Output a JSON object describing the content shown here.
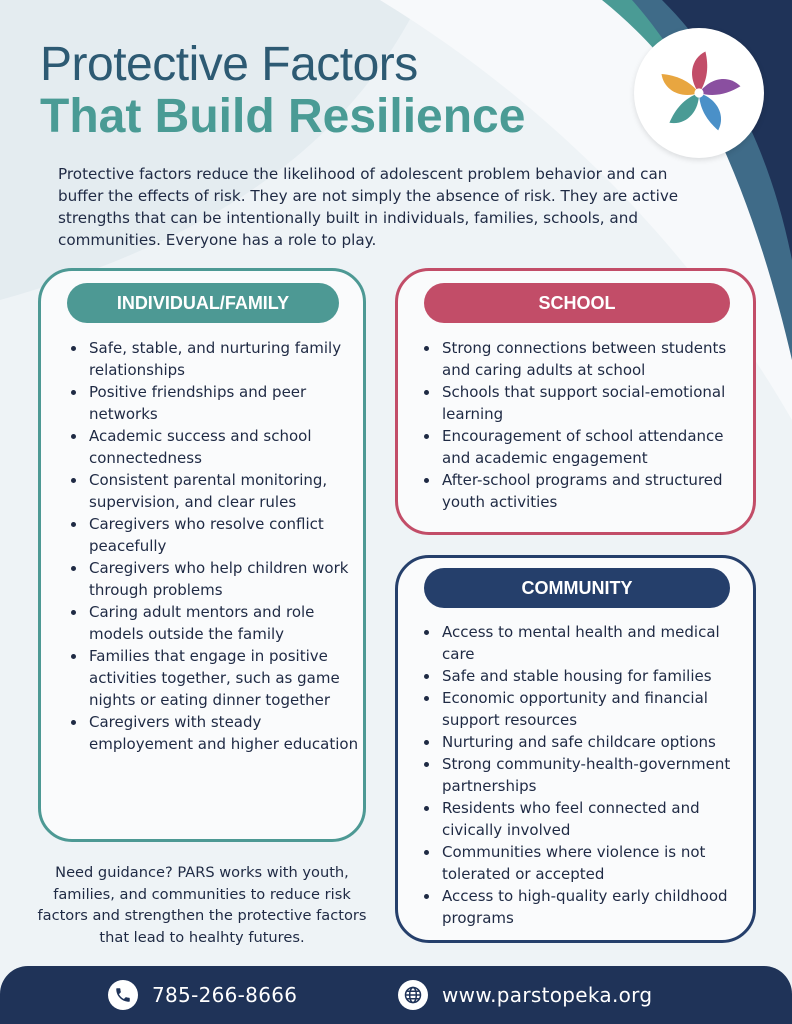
{
  "header": {
    "title_line1": "Protective Factors",
    "title_line2": "That Build Resilience",
    "logo_icon": "pinwheel-logo-icon"
  },
  "intro": "Protective factors reduce the likelihood of adolescent problem behavior and can buffer the effects of risk. They are not simply the absence of risk. They are active strengths that can be intentionally built in individuals, families, schools, and communities. Everyone has a role to play.",
  "sections": {
    "individual_family": {
      "heading": "INDIVIDUAL/FAMILY",
      "color": "#4d9994",
      "items": [
        "Safe, stable, and nurturing family relationships",
        "Positive friendships and peer networks",
        "Academic success and school connectedness",
        "Consistent parental monitoring, supervision, and clear rules",
        "Caregivers who resolve conflict peacefully",
        "Caregivers who help children work through problems",
        "Caring adult mentors and role models outside the family",
        "Families that engage in positive activities together, such as game nights or eating dinner together",
        "Caregivers with steady employement and higher education"
      ]
    },
    "school": {
      "heading": "SCHOOL",
      "color": "#c24d68",
      "items": [
        "Strong connections between students and caring adults at school",
        "Schools that support social-emotional learning",
        "Encouragement of school attendance and academic engagement",
        "After-school programs and structured youth activities"
      ]
    },
    "community": {
      "heading": "COMMUNITY",
      "color": "#253f6b",
      "items": [
        "Access to mental health and medical care",
        "Safe and stable housing for families",
        "Economic opportunity and financial support resources",
        "Nurturing and safe childcare options",
        "Strong community-health-government partnerships",
        "Residents who feel connected and civically involved",
        "Communities where violence is not tolerated or accepted",
        "Access to high-quality early childhood programs"
      ]
    }
  },
  "guidance": "Need guidance? PARS works with youth, families, and communities to reduce risk factors and strengthen the protective factors that lead to healhty futures.",
  "footer": {
    "phone": "785-266-8666",
    "phone_icon": "phone-icon",
    "website": "www.parstopeka.org",
    "website_icon": "globe-icon",
    "background": "#1f3358"
  }
}
